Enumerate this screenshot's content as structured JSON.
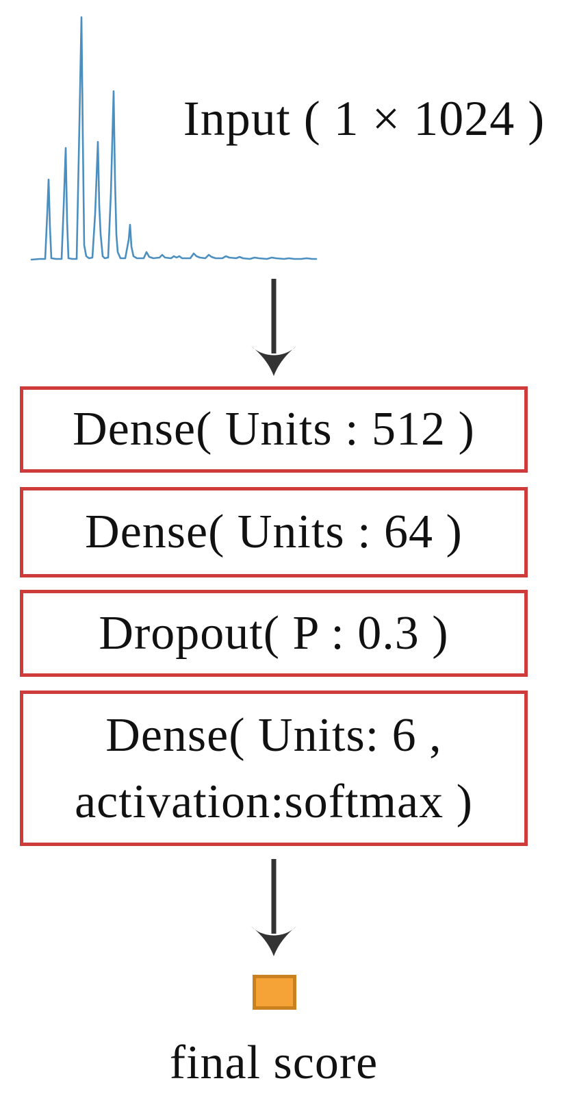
{
  "diagram": {
    "input_label": "Input ( 1 × 1024 )",
    "layers": [
      {
        "label": "Dense( Units : 512 )"
      },
      {
        "label": "Dense( Units : 64 )"
      },
      {
        "label": "Dropout( P : 0.3 )"
      },
      {
        "label_line1": "Dense( Units: 6 ,",
        "label_line2": "activation:softmax )"
      }
    ],
    "output_label": "final score"
  },
  "colors": {
    "bg": "#ffffff",
    "text": "#111111",
    "layer_border": "#cd3b3b",
    "arrow": "#333333",
    "spectrum": "#4a8fc0",
    "square_fill": "#f5a237",
    "square_border": "#c8811e"
  },
  "spectrum": {
    "description": "input signal peaks, coords x,y in canvas px, baseline y=380",
    "points": [
      [
        46,
        379
      ],
      [
        58,
        378
      ],
      [
        66,
        378
      ],
      [
        69,
        312
      ],
      [
        71,
        262
      ],
      [
        73,
        332
      ],
      [
        75,
        377
      ],
      [
        82,
        378
      ],
      [
        90,
        378
      ],
      [
        93,
        302
      ],
      [
        96,
        216
      ],
      [
        98,
        322
      ],
      [
        100,
        377
      ],
      [
        106,
        378
      ],
      [
        112,
        378
      ],
      [
        116,
        182
      ],
      [
        119,
        25
      ],
      [
        121,
        200
      ],
      [
        123,
        358
      ],
      [
        126,
        374
      ],
      [
        130,
        377
      ],
      [
        135,
        376
      ],
      [
        139,
        312
      ],
      [
        143,
        207
      ],
      [
        145,
        300
      ],
      [
        147,
        342
      ],
      [
        150,
        374
      ],
      [
        153,
        377
      ],
      [
        158,
        376
      ],
      [
        162,
        282
      ],
      [
        166,
        133
      ],
      [
        168,
        262
      ],
      [
        170,
        342
      ],
      [
        172,
        368
      ],
      [
        176,
        377
      ],
      [
        183,
        377
      ],
      [
        188,
        350
      ],
      [
        190,
        328
      ],
      [
        192,
        360
      ],
      [
        195,
        374
      ],
      [
        200,
        377
      ],
      [
        210,
        377
      ],
      [
        214,
        368
      ],
      [
        218,
        375
      ],
      [
        224,
        377
      ],
      [
        233,
        376
      ],
      [
        237,
        372
      ],
      [
        241,
        376
      ],
      [
        250,
        377
      ],
      [
        254,
        374
      ],
      [
        258,
        376
      ],
      [
        262,
        374
      ],
      [
        266,
        377
      ],
      [
        278,
        377
      ],
      [
        283,
        370
      ],
      [
        287,
        374
      ],
      [
        292,
        376
      ],
      [
        300,
        377
      ],
      [
        305,
        372
      ],
      [
        309,
        375
      ],
      [
        315,
        377
      ],
      [
        325,
        377
      ],
      [
        330,
        374
      ],
      [
        335,
        376
      ],
      [
        345,
        377
      ],
      [
        350,
        375
      ],
      [
        355,
        377
      ],
      [
        365,
        378
      ],
      [
        372,
        376
      ],
      [
        378,
        377
      ],
      [
        390,
        378
      ],
      [
        397,
        376
      ],
      [
        403,
        377
      ],
      [
        415,
        378
      ],
      [
        422,
        377
      ],
      [
        430,
        378
      ],
      [
        440,
        378
      ],
      [
        448,
        377
      ],
      [
        456,
        378
      ],
      [
        462,
        378
      ]
    ]
  }
}
